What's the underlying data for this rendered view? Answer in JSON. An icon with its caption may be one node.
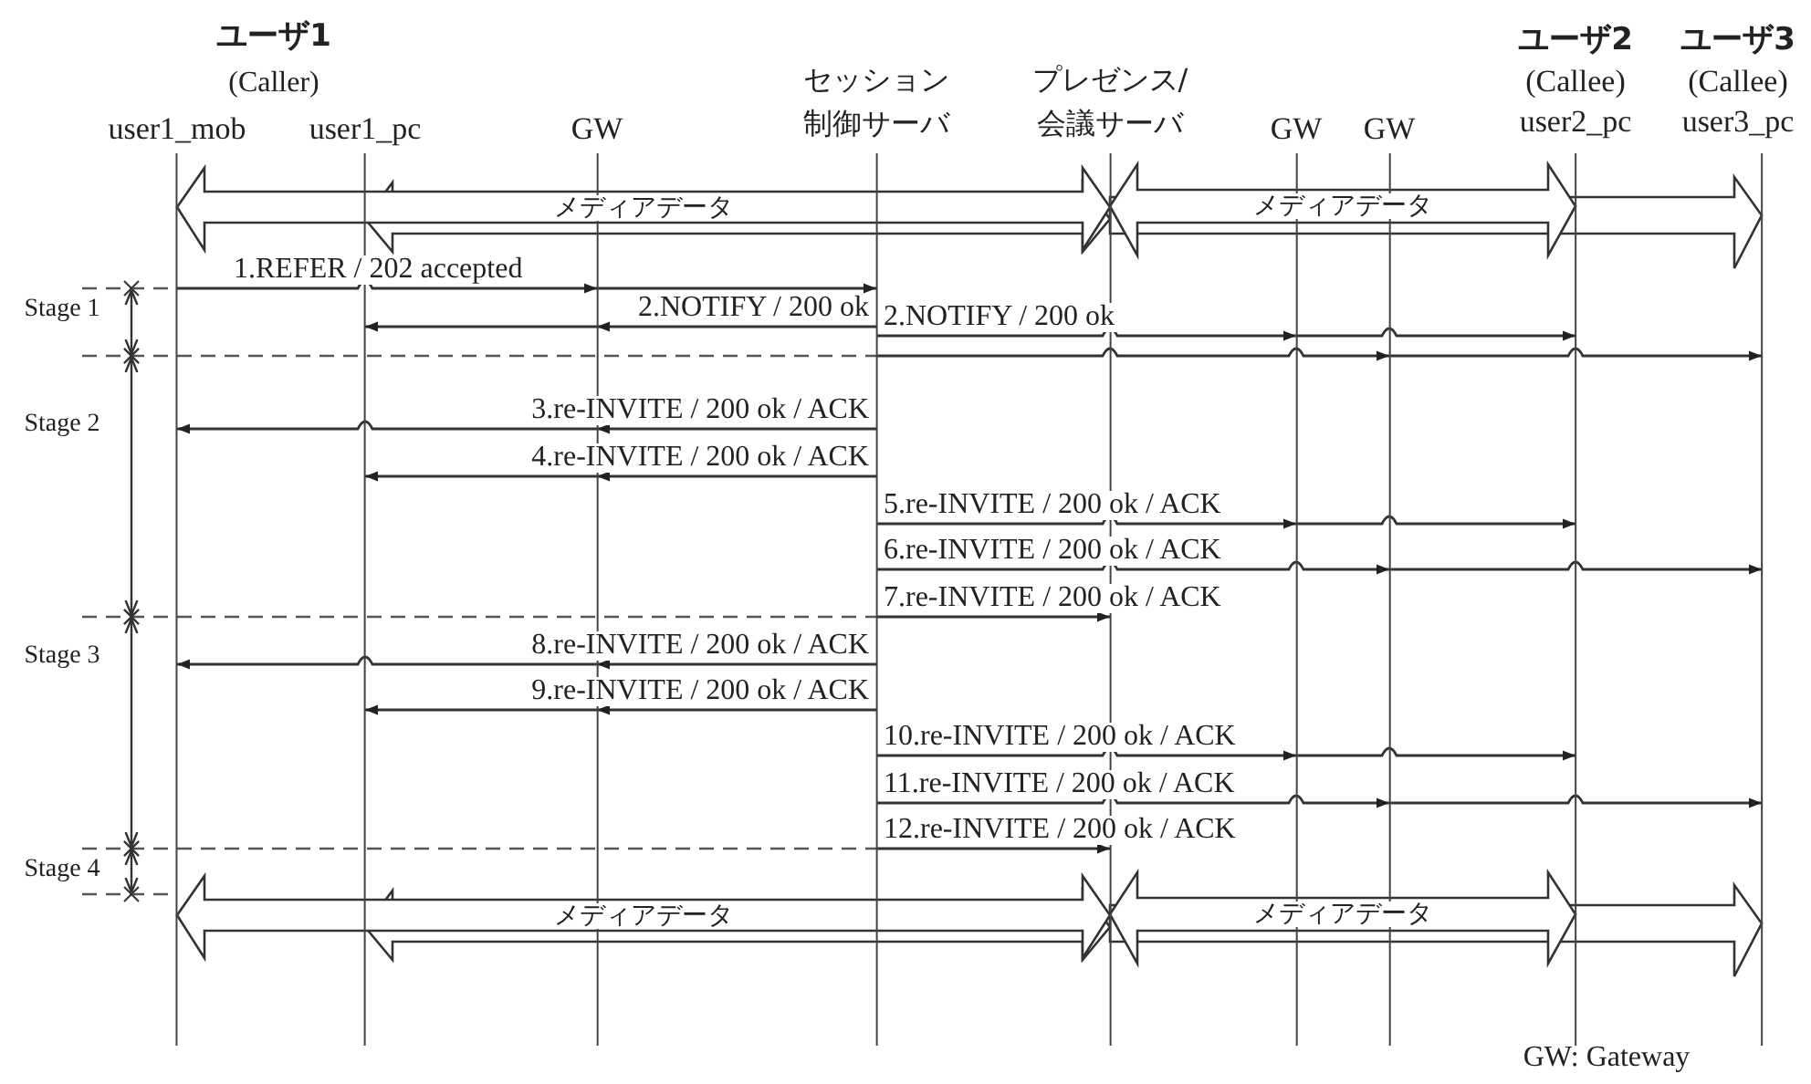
{
  "diagram": {
    "nodes": [
      {
        "text": [
          "user1_mob"
        ]
      },
      {
        "text": [
          "user1_pc"
        ]
      },
      {
        "text": [
          "GW"
        ]
      },
      {
        "text": [
          "セッション制御サーバ"
        ]
      },
      {
        "text": [
          "プレゼンス/会議サーバ"
        ]
      },
      {
        "text": [
          "GW"
        ]
      },
      {
        "text": [
          "GW"
        ]
      },
      {
        "text": [
          "ユーザ2",
          "(Callee)",
          "user2_pc"
        ]
      },
      {
        "text": [
          "ユーザ3",
          "(Callee)",
          "user3_pc"
        ]
      }
    ],
    "edges": [
      {
        "from": 4,
        "to": 0,
        "arrow": "both",
        "style": "thick",
        "label": "メディアデータ"
      },
      {
        "from": 4,
        "to": 1,
        "arrow": "both",
        "style": "thick"
      },
      {
        "from": 4,
        "to": 7,
        "arrow": "both",
        "style": "thick",
        "label": "メディアデータ"
      },
      {
        "from": 4,
        "to": 8,
        "arrow": "to",
        "style": "thick"
      },
      {
        "from": 0,
        "to": 2,
        "arrow": "to",
        "label": "1.REFER / 202 accepted"
      },
      {
        "from": 2,
        "to": 3,
        "arrow": "to"
      },
      {
        "from": 3,
        "to": 2,
        "arrow": "to",
        "label": "2.NOTIFY / 200 ok"
      },
      {
        "from": 2,
        "to": 1,
        "arrow": "to"
      },
      {
        "from": 3,
        "to": 5,
        "arrow": "to",
        "label": "2.NOTIFY / 200 ok"
      },
      {
        "from": 5,
        "to": 7,
        "arrow": "to"
      },
      {
        "from": 3,
        "to": 6,
        "arrow": "to"
      },
      {
        "from": 6,
        "to": 8,
        "arrow": "to"
      },
      {
        "from": 3,
        "to": 2,
        "arrow": "to",
        "label": "3.re-INVITE / 200 ok / ACK"
      },
      {
        "from": 2,
        "to": 0,
        "arrow": "to"
      },
      {
        "from": 3,
        "to": 2,
        "arrow": "to",
        "label": "4.re-INVITE / 200 ok / ACK"
      },
      {
        "from": 2,
        "to": 1,
        "arrow": "to"
      },
      {
        "from": 3,
        "to": 5,
        "arrow": "to",
        "label": "5.re-INVITE / 200 ok / ACK"
      },
      {
        "from": 5,
        "to": 7,
        "arrow": "to"
      },
      {
        "from": 3,
        "to": 6,
        "arrow": "to",
        "label": "6.re-INVITE / 200 ok / ACK"
      },
      {
        "from": 6,
        "to": 8,
        "arrow": "to"
      },
      {
        "from": 3,
        "to": 4,
        "arrow": "to",
        "label": "7.re-INVITE / 200 ok / ACK"
      },
      {
        "from": 3,
        "to": 2,
        "arrow": "to",
        "label": "8.re-INVITE / 200 ok / ACK"
      },
      {
        "from": 2,
        "to": 0,
        "arrow": "to"
      },
      {
        "from": 3,
        "to": 2,
        "arrow": "to",
        "label": "9.re-INVITE / 200 ok / ACK"
      },
      {
        "from": 2,
        "to": 1,
        "arrow": "to"
      },
      {
        "from": 3,
        "to": 5,
        "arrow": "to",
        "label": "10.re-INVITE / 200 ok / ACK"
      },
      {
        "from": 5,
        "to": 7,
        "arrow": "to"
      },
      {
        "from": 3,
        "to": 6,
        "arrow": "to",
        "label": "11.re-INVITE / 200 ok / ACK"
      },
      {
        "from": 6,
        "to": 8,
        "arrow": "to"
      },
      {
        "from": 3,
        "to": 4,
        "arrow": "to",
        "label": "12.re-INVITE / 200 ok / ACK"
      },
      {
        "from": 4,
        "to": 0,
        "arrow": "both",
        "style": "thick",
        "label": "メディアデータ"
      },
      {
        "from": 4,
        "to": 1,
        "arrow": "both",
        "style": "thick"
      },
      {
        "from": 4,
        "to": 7,
        "arrow": "both",
        "style": "thick",
        "label": "メディアデータ"
      },
      {
        "from": 4,
        "to": 8,
        "arrow": "to",
        "style": "thick"
      }
    ],
    "labels": [
      "ユーザ1",
      "(Caller)",
      "Stage 1",
      "Stage 2",
      "Stage 3",
      "Stage 4",
      "GW: Gateway"
    ]
  }
}
